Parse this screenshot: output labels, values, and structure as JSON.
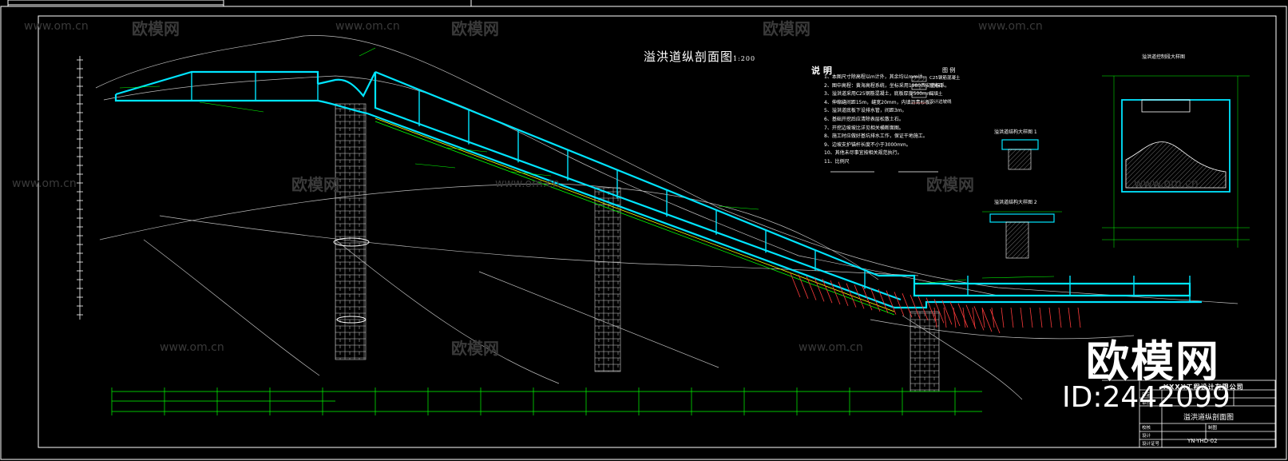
{
  "title": "溢洪道纵剖面图",
  "title_scale": "1:200",
  "notes_title": "说 明",
  "notes": [
    "1、本图尺寸除高程以m计外，其余均以mm计。",
    "2、图中高程：黄海高程系统，坐标采用1980西安坐标系。",
    "3、溢洪道采用C25钢筋混凝土，底板厚度500mm。",
    "4、伸缩缝间距15m，缝宽20mm，内填沥青杉板。",
    "5、溢洪道底板下设排水管，间距3m。",
    "6、基础开挖后应清除表层松散土石。",
    "7、开挖边坡坡比详见相关横断面图。",
    "8、施工时应做好基坑排水工作，保证干地施工。",
    "9、边坡支护锚杆长度不小于3000mm。",
    "10、其他未尽事宜按相关规范执行。",
    "11、比例尺"
  ],
  "legend_title": "图 例",
  "legend": [
    "C25钢筋混凝土",
    "浆砌石",
    "回填土",
    "设计边坡线"
  ],
  "section_titles": [
    "溢洪道控制段大样图",
    "溢洪道结构大样图 1",
    "溢洪道结构大样图 2"
  ],
  "title_block": {
    "company": "XXXX工程设计有限公司",
    "drawing_name": "溢洪道纵剖面图",
    "drawing_number": "YN-YHD-02",
    "cells": [
      "审定",
      "审核",
      "校核",
      "设计",
      "制图",
      "设计证号"
    ]
  },
  "watermark": {
    "brand": "欧模网",
    "url": "www.om.cn",
    "id": "ID:2442099"
  },
  "colors": {
    "background": "#000000",
    "structure": "#00e5ff",
    "annotation": "#00ff00",
    "ground": "#c0c0c0",
    "anchor": "#ff3b3b",
    "highlight": "#ffff00"
  }
}
